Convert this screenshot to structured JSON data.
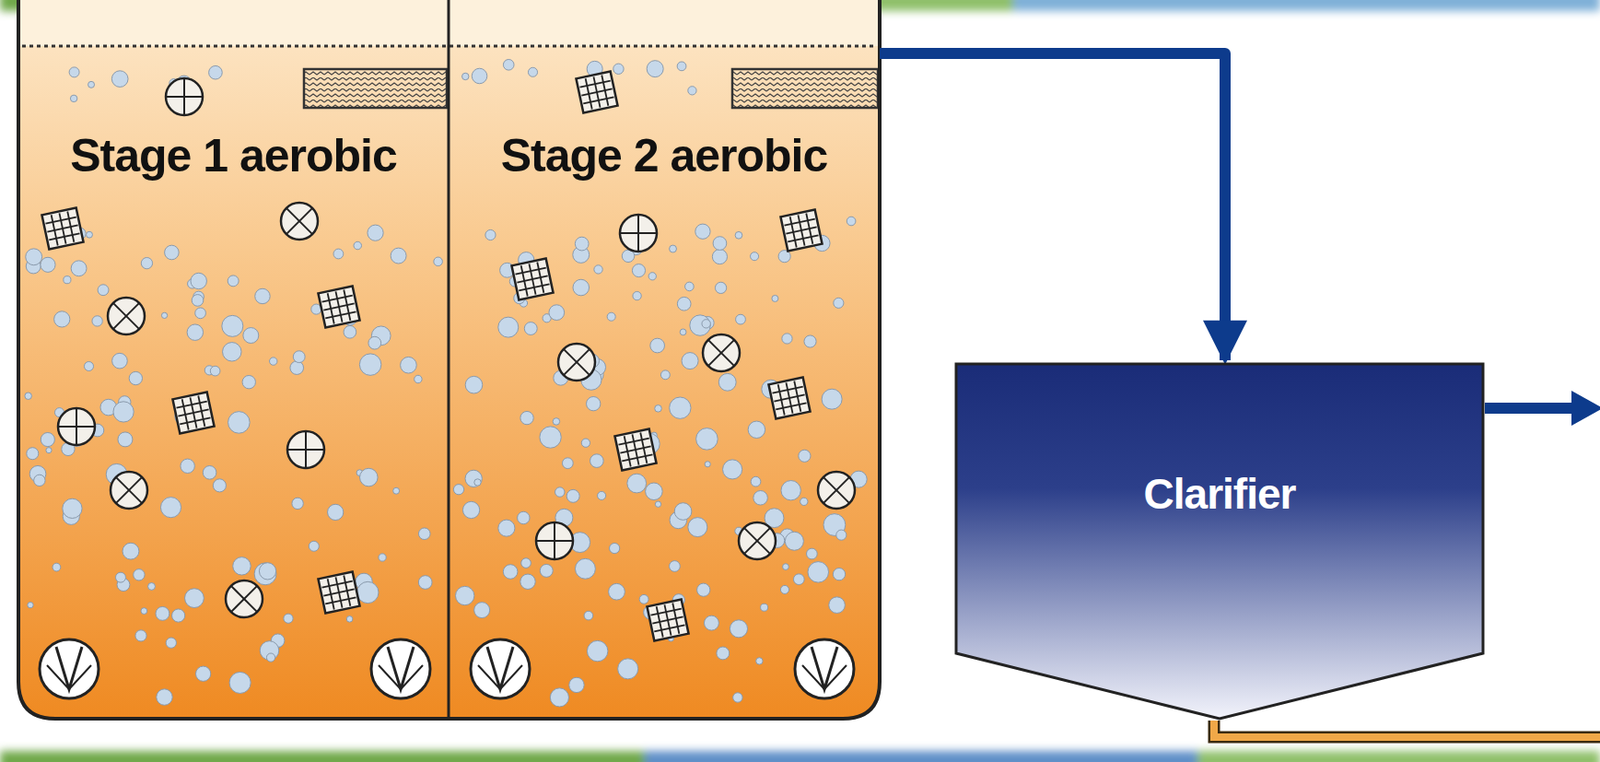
{
  "diagram": {
    "nodes": [
      {
        "text": [
          "Stage 1 aerobic"
        ]
      },
      {
        "text": [
          "Stage 2 aerobic"
        ]
      },
      {
        "text": [
          "Clarifier"
        ]
      }
    ],
    "edges": [
      {
        "from": 1,
        "to": 2,
        "arrow": "to"
      }
    ]
  }
}
